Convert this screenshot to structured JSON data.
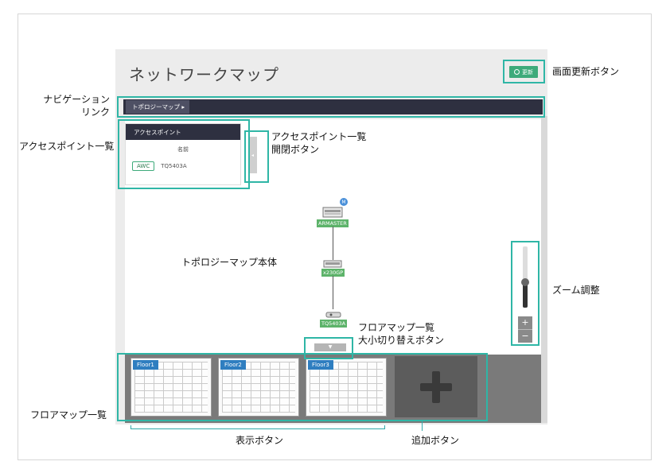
{
  "app": {
    "title": "ネットワークマップ",
    "refresh_label": "更新",
    "breadcrumb": "トポロジーマップ ▸",
    "ap_panel": {
      "header": "アクセスポイント",
      "column": "名前",
      "rows": [
        {
          "badge": "AWC",
          "name": "TQ5403A"
        }
      ],
      "toggle_icon": "◂"
    },
    "topology": {
      "nodes": [
        {
          "label": "ARMASTER",
          "icon": "switch-icon",
          "badge": "M"
        },
        {
          "label": "x230GP",
          "icon": "switch-icon"
        },
        {
          "label": "TQ5403A",
          "icon": "access-point-icon"
        }
      ]
    },
    "zoom": {
      "plus": "+",
      "minus": "−",
      "level": 0.4
    },
    "floor_toggle_icon": "▼",
    "floors": [
      {
        "name": "Floor1"
      },
      {
        "name": "Floor2"
      },
      {
        "name": "Floor3"
      }
    ],
    "add_icon": "plus-icon"
  },
  "annotations": {
    "refresh_button": "画面更新ボタン",
    "nav_link_line1": "ナビゲーション",
    "nav_link_line2": "リンク",
    "ap_list": "アクセスポイント一覧",
    "ap_toggle_line1": "アクセスポイント一覧",
    "ap_toggle_line2": "開閉ボタン",
    "topology_body": "トポロジーマップ本体",
    "zoom": "ズーム調整",
    "floor_size_line1": "フロアマップ一覧",
    "floor_size_line2": "大小切り替えボタン",
    "floor_list": "フロアマップ一覧",
    "display_buttons": "表示ボタン",
    "add_button": "追加ボタン"
  },
  "colors": {
    "accent": "#2fb6a6",
    "node_green": "#5db36a",
    "nav_dark": "#2e3040",
    "floor_tag": "#2f7ec0"
  }
}
